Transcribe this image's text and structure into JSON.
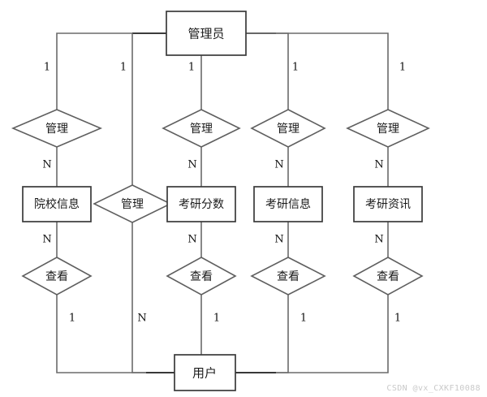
{
  "diagram": {
    "title_entity_top": "管理员",
    "title_entity_bottom": "用户",
    "watermark": "CSDN @vx_CXKF10088",
    "colors": {
      "stroke": "#5f5f5f",
      "stroke_dark": "#2b2b2b",
      "text": "#1a1a1a",
      "background": "#ffffff",
      "watermark": "#c9c9c9"
    }
  },
  "entities": {
    "admin": {
      "label": "管理员"
    },
    "user": {
      "label": "用户"
    },
    "records": [
      {
        "label": "院校信息"
      },
      {
        "label": "考研分数"
      },
      {
        "label": "考研信息"
      },
      {
        "label": "考研资讯"
      }
    ]
  },
  "relationships": {
    "manage_top": [
      {
        "label": "管理"
      },
      {
        "label": "管理"
      },
      {
        "label": "管理"
      },
      {
        "label": "管理"
      }
    ],
    "manage_mid": {
      "label": "管理"
    },
    "view": [
      {
        "label": "查看"
      },
      {
        "label": "查看"
      },
      {
        "label": "查看"
      },
      {
        "label": "查看"
      }
    ]
  },
  "cardinalities": {
    "admin_side": [
      {
        "value": "1"
      },
      {
        "value": "1"
      },
      {
        "value": "1"
      },
      {
        "value": "1"
      },
      {
        "value": "1"
      }
    ],
    "manage_to_entity": [
      {
        "value": "N"
      },
      {
        "value": "N"
      },
      {
        "value": "N"
      },
      {
        "value": "N"
      }
    ],
    "entity_to_view": [
      {
        "value": "N"
      },
      {
        "value": "N"
      },
      {
        "value": "N"
      },
      {
        "value": "N"
      }
    ],
    "view_to_user": [
      {
        "value": "1"
      },
      {
        "value": "1"
      },
      {
        "value": "1"
      },
      {
        "value": "1"
      }
    ],
    "manage_mid_to_user": {
      "value": "N"
    }
  }
}
